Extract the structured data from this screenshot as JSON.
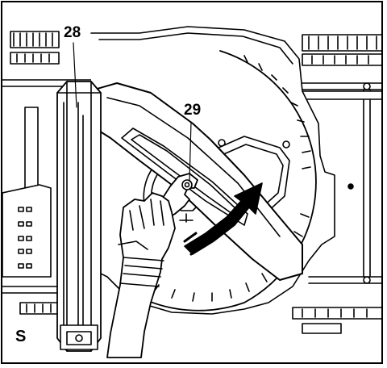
{
  "labels": {
    "part_28": "28",
    "part_29": "29",
    "panel": "S"
  },
  "colors": {
    "line": "#000000",
    "background": "#ffffff",
    "tint": "#f0f0f0"
  },
  "icons": [
    "mower-deck",
    "cutting-blade",
    "wrench",
    "gloved-hand",
    "rotation-arrow",
    "wooden-block",
    "wheel"
  ]
}
